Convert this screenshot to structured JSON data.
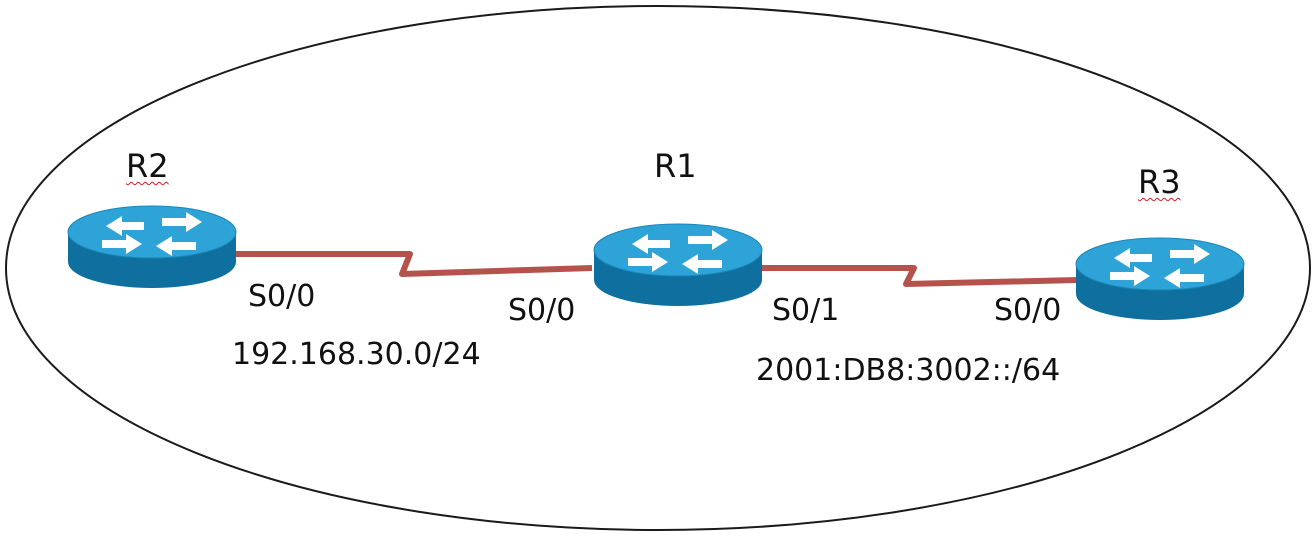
{
  "colors": {
    "router_top": "#2ea3d8",
    "router_side": "#0f6f9e",
    "router_arrows": "#ffffff",
    "link": "#b5524c",
    "boundary": "#1a1a1a"
  },
  "routers": [
    {
      "name": "R2",
      "icon": "router-icon"
    },
    {
      "name": "R1",
      "icon": "router-icon"
    },
    {
      "name": "R3",
      "icon": "router-icon"
    }
  ],
  "interfaces": {
    "r2_s0_0": "S0/0",
    "r1_s0_0": "S0/0",
    "r1_s0_1": "S0/1",
    "r3_s0_0": "S0/0"
  },
  "networks": {
    "left": "192.168.30.0/24",
    "right": "2001:DB8:3002::/64"
  }
}
